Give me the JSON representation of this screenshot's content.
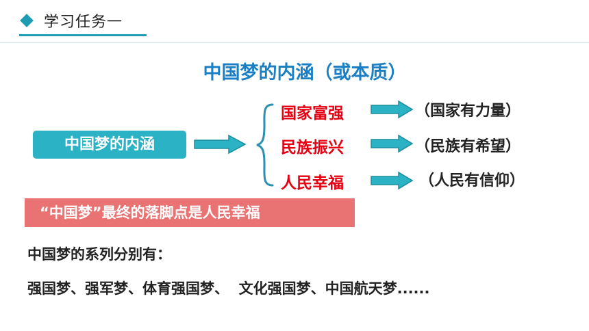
{
  "header": {
    "title": "学习任务一",
    "accent_color": "#1e9cb4",
    "icon": "diamond-icon"
  },
  "heading": "中国梦的内涵（或本质）",
  "concept_box": "中国梦的内涵",
  "items": [
    {
      "label": "国家富强",
      "note": "（国家有力量）"
    },
    {
      "label": "民族振兴",
      "note": "（民族有希望）"
    },
    {
      "label": "人民幸福",
      "note": "（人民有信仰）"
    }
  ],
  "banner": "“中国梦”最终的落脚点是人民幸福",
  "series": {
    "heading": "中国梦的系列分别有：",
    "list": "强国梦、强军梦、体育强国梦、  文化强国梦、中国航天梦......"
  },
  "colors": {
    "heading": "#1a7fc3",
    "box": "#2bb2c4",
    "arrow": "#2bb2c4",
    "item_label": "#e60012",
    "banner": "#e97373"
  }
}
